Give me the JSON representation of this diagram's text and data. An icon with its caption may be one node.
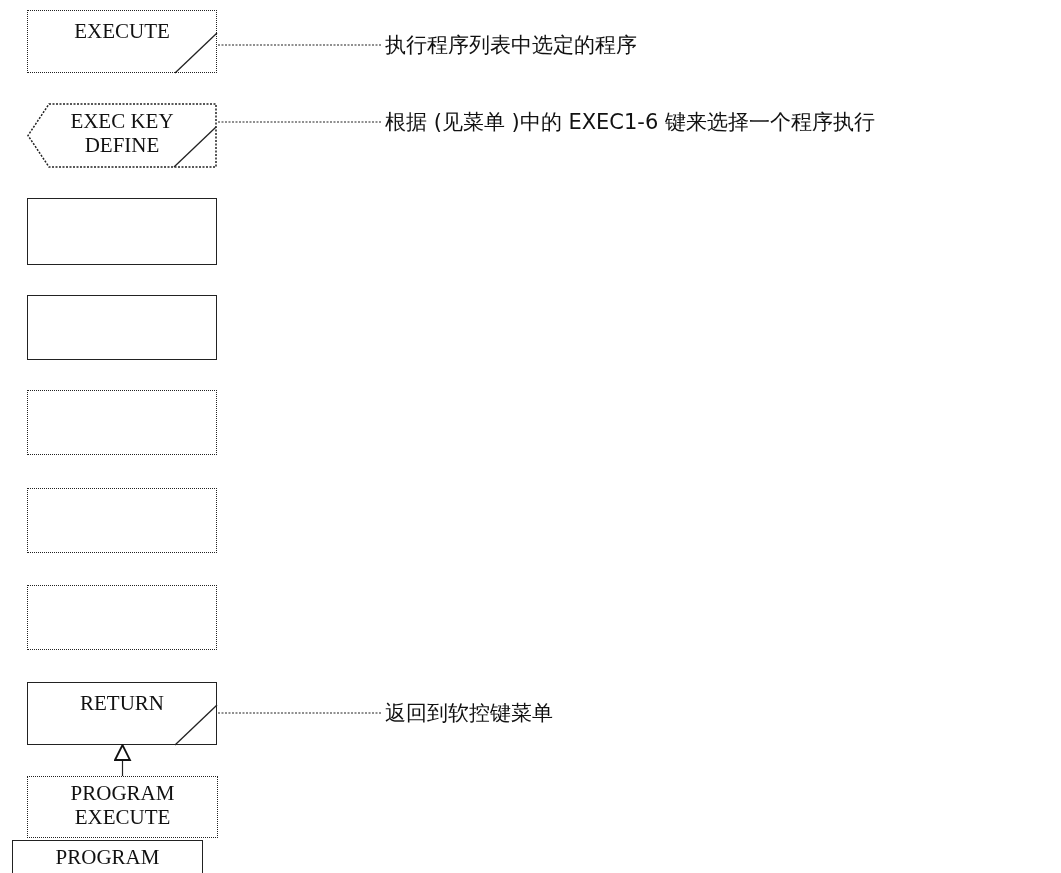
{
  "diagram": {
    "nodes": [
      {
        "text": [
          "EXECUTE"
        ]
      },
      {
        "text": [
          "执行程序列表中选定的程序"
        ]
      },
      {
        "text": [
          "EXEC KEY DEFINE"
        ]
      },
      {
        "text": [
          "根据 (见菜单 )中的 EXEC1-6 键来选择一个程序执行"
        ]
      },
      {
        "text": [],
        "shape": "box"
      },
      {
        "text": [],
        "shape": "box"
      },
      {
        "text": [],
        "shape": "box"
      },
      {
        "text": [],
        "shape": "box"
      },
      {
        "text": [],
        "shape": "box"
      },
      {
        "text": [
          "RETURN"
        ]
      },
      {
        "text": [
          "返回到软控键菜单"
        ]
      },
      {
        "text": [
          "PROGRAM EXECUTE"
        ]
      },
      {
        "text": [
          "PROGRAM"
        ]
      }
    ],
    "edges": [
      {
        "from": 0,
        "to": 1,
        "arrow": "none",
        "style": "dashed"
      },
      {
        "from": 2,
        "to": 3,
        "arrow": "none",
        "style": "dashed"
      },
      {
        "from": 9,
        "to": 10,
        "arrow": "none",
        "style": "dashed"
      },
      {
        "from": 11,
        "to": 9,
        "arrow": "to"
      }
    ]
  }
}
